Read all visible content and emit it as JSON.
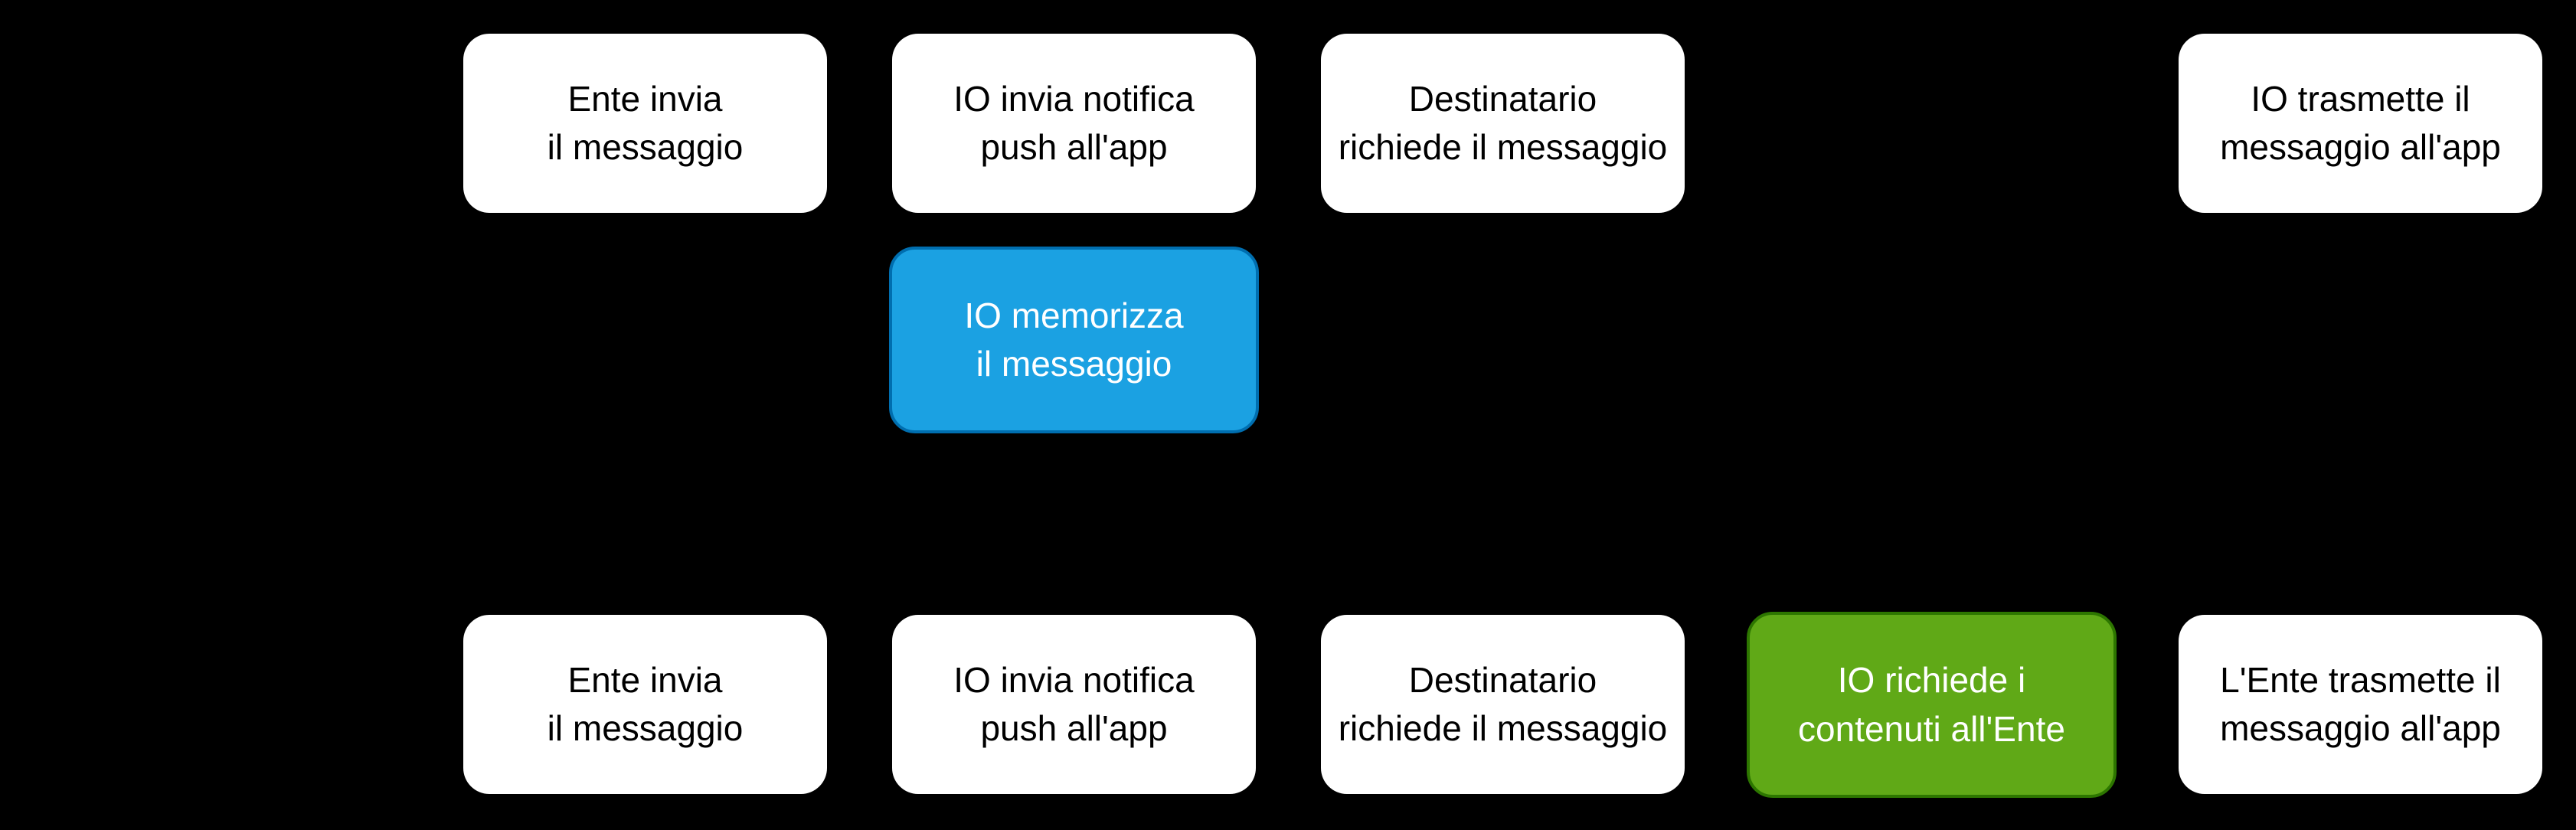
{
  "colors": {
    "background": "#000000",
    "node_fill": "#FFFFFF",
    "node_text": "#000000",
    "blue_fill": "#1BA1E2",
    "blue_stroke": "#006EAF",
    "green_fill": "#60A917",
    "green_stroke": "#2D7600",
    "inverse_text": "#FFFFFF"
  },
  "diagram": {
    "type": "flowchart",
    "top_flow": {
      "step1": "Ente invia\nil messaggio",
      "step2": "IO invia notifica\npush all'app",
      "step3": "Destinatario\nrichiede il messaggio",
      "step4": "IO trasmette il\nmessaggio all'app",
      "storage": "IO memorizza\nil messaggio"
    },
    "bottom_flow": {
      "step1": "Ente invia\nil messaggio",
      "step2": "IO invia notifica\npush all'app",
      "step3": "Destinatario\nrichiede il messaggio",
      "step4": "IO richiede i\ncontenuti all'Ente",
      "step5": "L'Ente trasmette il\nmessaggio all'app"
    }
  }
}
